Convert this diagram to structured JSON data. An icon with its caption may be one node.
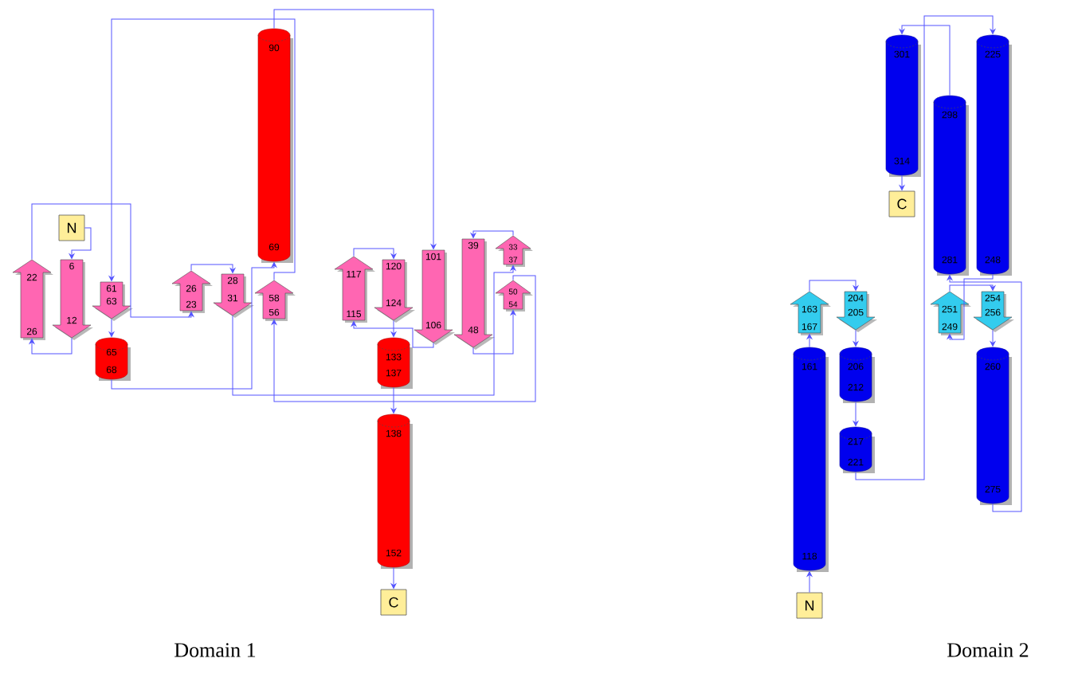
{
  "diagram": {
    "nodes": [
      {
        "text": [
          "N"
        ]
      },
      {
        "text": [
          "6",
          "12"
        ]
      },
      {
        "text": [
          "22",
          "26"
        ]
      },
      {
        "text": [
          "26",
          "23"
        ]
      },
      {
        "text": [
          "28",
          "31"
        ]
      },
      {
        "text": [
          "33",
          "37"
        ]
      },
      {
        "text": [
          "39",
          "48"
        ]
      },
      {
        "text": [
          "50",
          "54"
        ]
      },
      {
        "text": [
          "58",
          "56"
        ]
      },
      {
        "text": [
          "61",
          "63"
        ]
      },
      {
        "text": [
          "65",
          "68"
        ]
      },
      {
        "text": [
          "90",
          "69"
        ]
      },
      {
        "text": [
          "101",
          "106"
        ]
      },
      {
        "text": [
          "117",
          "115"
        ]
      },
      {
        "text": [
          "120",
          "124"
        ]
      },
      {
        "text": [
          "133",
          "137"
        ]
      },
      {
        "text": [
          "138",
          "152"
        ]
      },
      {
        "text": [
          "C"
        ]
      },
      {
        "text": [
          "N"
        ]
      },
      {
        "text": [
          "161",
          "118"
        ]
      },
      {
        "text": [
          "163",
          "167"
        ]
      },
      {
        "text": [
          "204",
          "205"
        ]
      },
      {
        "text": [
          "206",
          "212"
        ]
      },
      {
        "text": [
          "217",
          "221"
        ]
      },
      {
        "text": [
          "225",
          "248"
        ]
      },
      {
        "text": [
          "251",
          "249"
        ]
      },
      {
        "text": [
          "254",
          "256"
        ]
      },
      {
        "text": [
          "260",
          "275"
        ]
      },
      {
        "text": [
          "298",
          "281"
        ]
      },
      {
        "text": [
          "301",
          "314"
        ]
      },
      {
        "text": [
          "C"
        ]
      }
    ],
    "edges": [
      {
        "from": 0,
        "to": 1,
        "arrow": "to"
      },
      {
        "from": 1,
        "to": 2,
        "arrow": "to"
      },
      {
        "from": 2,
        "to": 3,
        "arrow": "to"
      },
      {
        "from": 3,
        "to": 4,
        "arrow": "to"
      },
      {
        "from": 4,
        "to": 5,
        "arrow": "to"
      },
      {
        "from": 5,
        "to": 6,
        "arrow": "to"
      },
      {
        "from": 6,
        "to": 7,
        "arrow": "to"
      },
      {
        "from": 7,
        "to": 8,
        "arrow": "to"
      },
      {
        "from": 8,
        "to": 9,
        "arrow": "to"
      },
      {
        "from": 9,
        "to": 10,
        "arrow": "to"
      },
      {
        "from": 10,
        "to": 11,
        "arrow": "to"
      },
      {
        "from": 11,
        "to": 12,
        "arrow": "to"
      },
      {
        "from": 12,
        "to": 13,
        "arrow": "to"
      },
      {
        "from": 13,
        "to": 14,
        "arrow": "to"
      },
      {
        "from": 14,
        "to": 15,
        "arrow": "to"
      },
      {
        "from": 15,
        "to": 16,
        "arrow": "to"
      },
      {
        "from": 16,
        "to": 17,
        "arrow": "to"
      },
      {
        "from": 18,
        "to": 19,
        "arrow": "to"
      },
      {
        "from": 19,
        "to": 20,
        "arrow": "to"
      },
      {
        "from": 20,
        "to": 21,
        "arrow": "to"
      },
      {
        "from": 21,
        "to": 22,
        "arrow": "to"
      },
      {
        "from": 22,
        "to": 23,
        "arrow": "to"
      },
      {
        "from": 23,
        "to": 24,
        "arrow": "to"
      },
      {
        "from": 24,
        "to": 25,
        "arrow": "to"
      },
      {
        "from": 25,
        "to": 26,
        "arrow": "to"
      },
      {
        "from": 26,
        "to": 27,
        "arrow": "to"
      },
      {
        "from": 27,
        "to": 28,
        "arrow": "to"
      },
      {
        "from": 28,
        "to": 29,
        "arrow": "to"
      },
      {
        "from": 29,
        "to": 30,
        "arrow": "to"
      }
    ],
    "labels": [
      "Domain 1",
      "Domain 2"
    ]
  }
}
